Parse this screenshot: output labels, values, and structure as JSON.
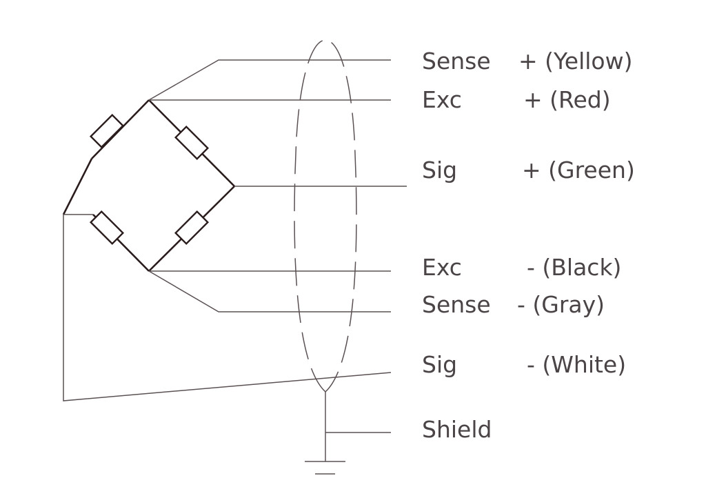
{
  "wires": [
    {
      "name": "Sense",
      "polarity": "+ (Yellow)"
    },
    {
      "name": "Exc",
      "polarity": "+ (Red)"
    },
    {
      "name": "Sig",
      "polarity": "+ (Green)"
    },
    {
      "name": "Exc",
      "polarity": "- (Black)"
    },
    {
      "name": "Sense",
      "polarity": "- (Gray)"
    },
    {
      "name": "Sig",
      "polarity": "- (White)"
    },
    {
      "name": "Shield",
      "polarity": ""
    }
  ],
  "colors": {
    "line": "#5a5052",
    "bridge": "#2a1c1c",
    "text": "#4a4446"
  }
}
